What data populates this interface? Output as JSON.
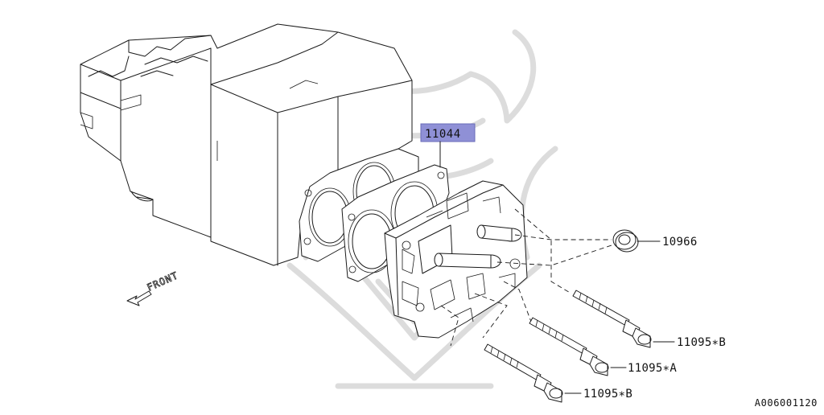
{
  "diagram": {
    "reference_code": "A006001120",
    "direction_marker": "FRONT",
    "highlight_color": "#8f90d6",
    "parts": [
      {
        "number": "11044",
        "highlighted": true
      },
      {
        "number": "10966",
        "highlighted": false
      },
      {
        "number": "11095∗B",
        "highlighted": false
      },
      {
        "number": "11095∗A",
        "highlighted": false
      },
      {
        "number": "11095∗B",
        "highlighted": false
      }
    ]
  }
}
